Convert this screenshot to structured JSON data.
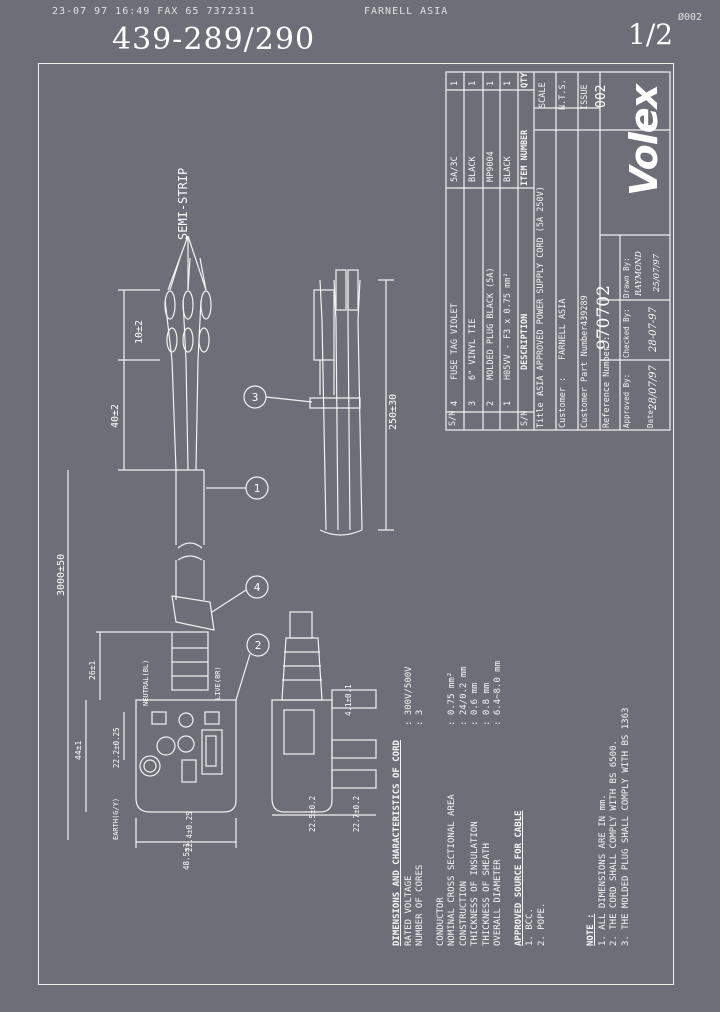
{
  "fax_header": {
    "line": "23-07  97  16:49   FAX 65 7372311",
    "sender": "FARNELL ASIA",
    "page": "Ø002"
  },
  "handwritten": {
    "reference": "439-289/290",
    "page": "1/2",
    "approved_date": "28/07/97",
    "checked_date": "28-07-97"
  },
  "drawing": {
    "semi_strip_label": "SEMI-STRIP",
    "dims": {
      "strip": "10±2",
      "sheath_strip": "40±2",
      "length": "3000±50",
      "cores": "250±30",
      "d26": "26±1",
      "d44": "44±1",
      "d22_2": "22.2±0.25",
      "d22_4": "22.4±0.25",
      "d48_5": "48.5±1",
      "d22_5": "22.5±0.2",
      "d22_7": "22.7±0.2",
      "d4": "4.1±0.1"
    },
    "labels": {
      "neutral": "NEUTRAL(BL)",
      "live": "LIVE(BR)",
      "earth": "EARTH(G/Y)"
    },
    "balloons": [
      "1",
      "2",
      "3",
      "4"
    ]
  },
  "specs": {
    "heading": "DIMENSIONS AND CHARACTERISTICS OF CORD",
    "rows_a": [
      {
        "label": "RATED VOLTAGE",
        "value": ": 300V/500V"
      },
      {
        "label": "NUMBER OF CORES",
        "value": ": 3"
      }
    ],
    "conductor_heading": "CONDUCTOR",
    "rows_b": [
      {
        "label": "NOMINAL CROSS SECTIONAL AREA",
        "value": ": 0.75 mm²"
      },
      {
        "label": "CONSTRUCTION",
        "value": ": 24/0.2 mm"
      },
      {
        "label": "THICKNESS OF INSULATION",
        "value": ": 0.6 mm"
      },
      {
        "label": "THICKNESS OF SHEATH",
        "value": ": 0.8 mm"
      },
      {
        "label": "OVERALL DIAMETER",
        "value": ": 6.4~8.0  mm"
      }
    ],
    "source_heading": "APPROVED SOURCE FOR CABLE",
    "sources": [
      "1. BCC.",
      "2. POPE."
    ]
  },
  "notes": {
    "heading": "NOTE :",
    "items": [
      "1. ALL DIMENSIONS ARE IN  mm.",
      "2. THE CORD SHALL COMPLY WITH BS 6500.",
      "3. THE MOLDED PLUG SHALL COMPLY WITH BS 1363"
    ]
  },
  "bom": {
    "headers": {
      "sn": "S/N",
      "description": "DESCRIPTION",
      "item": "ITEM NUMBER",
      "qty": "QTY"
    },
    "rows": [
      {
        "sn": "4",
        "description": "FUSE TAG VIOLET",
        "item": "5A/3C",
        "qty": "1"
      },
      {
        "sn": "3",
        "description": "6\" VINYL TIE",
        "item": "BLACK",
        "qty": "1"
      },
      {
        "sn": "2",
        "description": "MOLDED PLUG BLACK (5A)",
        "item": "MP9004",
        "qty": "1"
      },
      {
        "sn": "1",
        "description": "H05VV - F3 x 0.75 mm²",
        "item": "BLACK",
        "qty": "1"
      }
    ]
  },
  "title_block": {
    "title_label": "Title :",
    "title": "ASIA APPROVED POWER SUPPLY CORD (5A 250V)",
    "customer_label": "Customer :",
    "customer": "FARNELL ASIA",
    "customer_part_label": "Customer Part Number :",
    "customer_part": "439289",
    "reference_label": "Reference Number :",
    "reference": "970702",
    "drawn_by_label": "Drawn By:",
    "drawn_by": "RAYMOND",
    "checked_by_label": "Checked By:",
    "approved_by_label": "Approved By:",
    "date_label": "Date:",
    "drawn_date": "25/07/97",
    "scale_label": "SCALE",
    "scale": "N.T.S.",
    "issue_label": "ISSUE",
    "issue": "002",
    "brand": "Volex"
  }
}
